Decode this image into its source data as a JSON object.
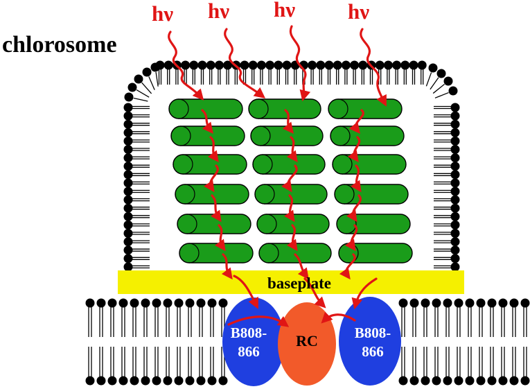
{
  "title": "chlorosome",
  "photon_label": "hν",
  "photon_count": 4,
  "baseplate_label": "baseplate",
  "antenna_label_line1": "B808-",
  "antenna_label_line2": "866",
  "rc_label": "RC",
  "rod_rows": 6,
  "rod_columns": 3,
  "colors": {
    "rod_fill": "#1a9c1a",
    "baseplate": "#f5f000",
    "antenna": "#1f3fe0",
    "reaction_center": "#f25a2a",
    "arrow": "#e01515",
    "lipid_head": "#000000",
    "label_white": "#ffffff"
  }
}
